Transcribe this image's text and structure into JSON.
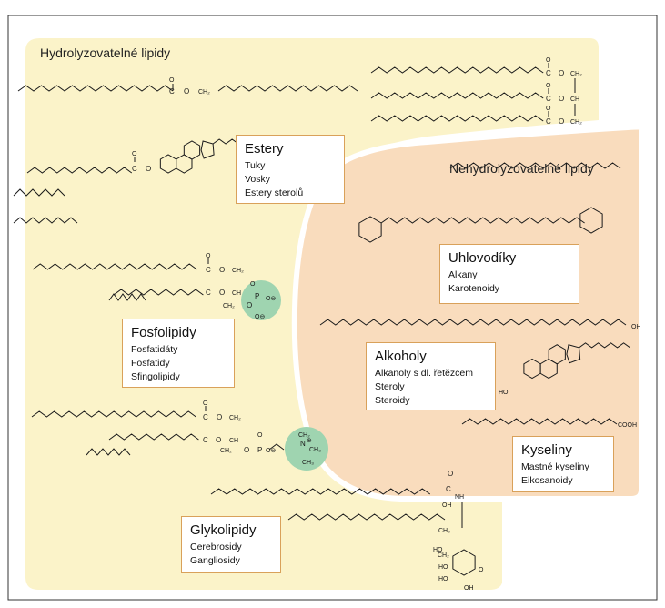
{
  "regions": {
    "hydrolyzable": {
      "title": "Hydrolyzovatelné lipidy",
      "color": "#fbf3c9"
    },
    "non_hydrolyzable": {
      "title": "Nehydrolyzovatelné lipidy",
      "color": "#f9dcbd"
    }
  },
  "categories": [
    {
      "key": "estery",
      "title": "Estery",
      "items": [
        "Tuky",
        "Vosky",
        "Estery sterolů"
      ]
    },
    {
      "key": "fosfolipidy",
      "title": "Fosfolipidy",
      "items": [
        "Fosfatidáty",
        "Fosfatidy",
        "Sfingolipidy"
      ]
    },
    {
      "key": "glykolipidy",
      "title": "Glykolipidy",
      "items": [
        "Cerebrosidy",
        "Gangliosidy"
      ]
    },
    {
      "key": "uhlovodiky",
      "title": "Uhlovodíky",
      "items": [
        "Alkany",
        "Karotenoidy"
      ]
    },
    {
      "key": "alkoholy",
      "title": "Alkoholy",
      "items": [
        "Alkanoly s dl. řetězcem",
        "Steroly",
        "Steroidy"
      ]
    },
    {
      "key": "kyseliny",
      "title": "Kyseliny",
      "items": [
        "Mastné kyseliny",
        "Eikosanoidy"
      ]
    }
  ],
  "chem_labels": {
    "c": "C",
    "o": "O",
    "ch2": "CH₂",
    "ch": "CH",
    "p": "P",
    "n": "N",
    "ch3": "CH₃",
    "oh": "OH",
    "ho": "HO",
    "nh": "NH",
    "cooh": "COOH",
    "o_minus": "O⊖",
    "n_plus": "⊕"
  },
  "colors": {
    "border": "#d9a15a",
    "charge_circle": "#9fd4b0",
    "line": "#1a1a1a"
  }
}
